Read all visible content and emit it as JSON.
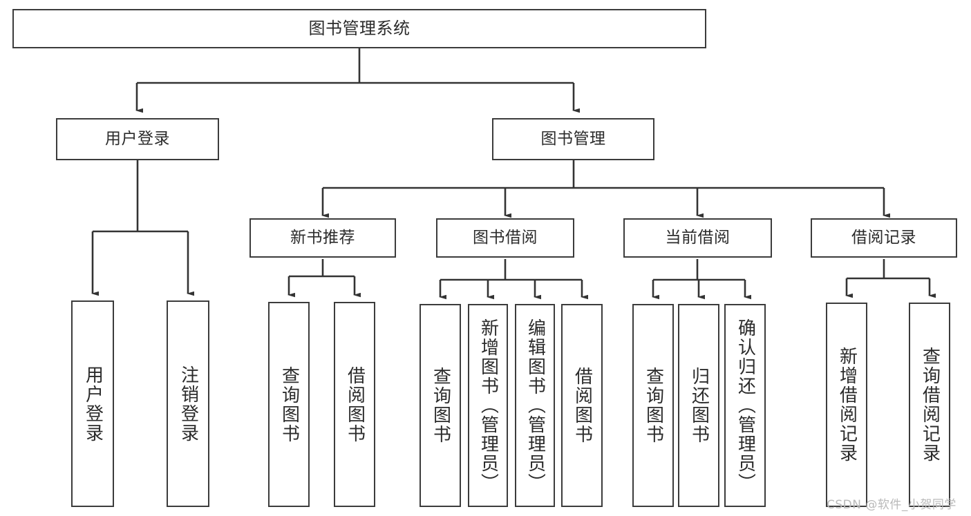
{
  "diagram": {
    "title": "图书管理系统",
    "type": "tree-diagram",
    "style": {
      "box_border": "#3b3b3b",
      "box_fill": "#ffffff",
      "connector": "#333333",
      "text": "#2b2b2b",
      "background": "#ffffff",
      "watermark_color": "#b9b9b9"
    },
    "nodes": {
      "root": {
        "label": "图书管理系统"
      },
      "level2": [
        {
          "id": "user-login",
          "label": "用户登录"
        },
        {
          "id": "book-manage",
          "label": "图书管理"
        }
      ],
      "level3": [
        {
          "id": "new-book-recommend",
          "label": "新书推荐"
        },
        {
          "id": "book-borrow",
          "label": "图书借阅"
        },
        {
          "id": "current-borrow",
          "label": "当前借阅"
        },
        {
          "id": "borrow-record",
          "label": "借阅记录"
        }
      ],
      "leaves": {
        "user-login": [
          {
            "id": "leaf-user-login",
            "label": "用户登录"
          },
          {
            "id": "leaf-logout-login",
            "label": "注销登录"
          }
        ],
        "new-book-recommend": [
          {
            "id": "leaf-query-book-1",
            "label": "查询图书"
          },
          {
            "id": "leaf-borrow-book-1",
            "label": "借阅图书"
          }
        ],
        "book-borrow": [
          {
            "id": "leaf-query-book-2",
            "label": "查询图书"
          },
          {
            "id": "leaf-add-book",
            "label": "新增图书（管理员）"
          },
          {
            "id": "leaf-edit-book",
            "label": "编辑图书（管理员）"
          },
          {
            "id": "leaf-borrow-book-2",
            "label": "借阅图书"
          }
        ],
        "current-borrow": [
          {
            "id": "leaf-query-book-3",
            "label": "查询图书"
          },
          {
            "id": "leaf-return-book",
            "label": "归还图书"
          },
          {
            "id": "leaf-confirm-return",
            "label": "确认归还（管理员）"
          }
        ],
        "borrow-record": [
          {
            "id": "leaf-add-record",
            "label": "新增借阅记录"
          },
          {
            "id": "leaf-query-record",
            "label": "查询借阅记录"
          }
        ]
      }
    },
    "watermark": "CSDN @软件_小贺同学"
  }
}
